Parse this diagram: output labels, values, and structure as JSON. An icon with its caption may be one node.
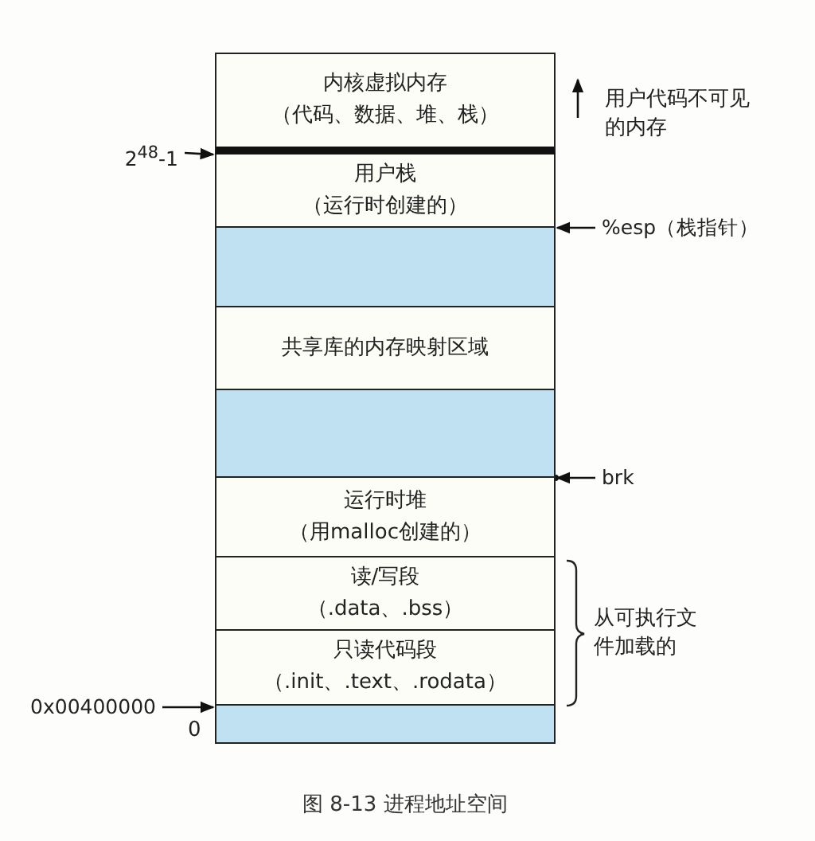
{
  "diagram": {
    "caption": "图 8-13 进程地址空间",
    "nodes": [
      {
        "text": [
          "内核虚拟内存",
          "（代码、数据、堆、栈）"
        ]
      },
      {
        "text": [
          "用户栈",
          "（运行时创建的）"
        ]
      },
      {
        "text": [],
        "shape": "box"
      },
      {
        "text": [
          "共享库的内存映射区域"
        ]
      },
      {
        "text": [],
        "shape": "box"
      },
      {
        "text": [
          "运行时堆",
          "（用malloc创建的）"
        ]
      },
      {
        "text": [
          "读/写段",
          "（.data、.bss）"
        ]
      },
      {
        "text": [
          "只读代码段",
          "（.init、.text、.rodata）"
        ]
      },
      {
        "text": [],
        "shape": "box"
      },
      {
        "text": [
          "2$^{48}$-1"
        ]
      },
      {
        "text": [
          "%esp（栈指针）"
        ]
      },
      {
        "text": [
          "brk"
        ]
      },
      {
        "text": [
          "0x00400000"
        ]
      }
    ],
    "edges": [
      {
        "from": 9,
        "to": 1,
        "arrow": "to"
      },
      {
        "from": 10,
        "to": 1,
        "arrow": "to"
      },
      {
        "from": 11,
        "to": 5,
        "arrow": "to"
      },
      {
        "from": 12,
        "to": 8,
        "arrow": "to"
      }
    ],
    "labels": [
      "用户代码不可见的内存",
      "从可执行文件加载的",
      "0"
    ]
  }
}
